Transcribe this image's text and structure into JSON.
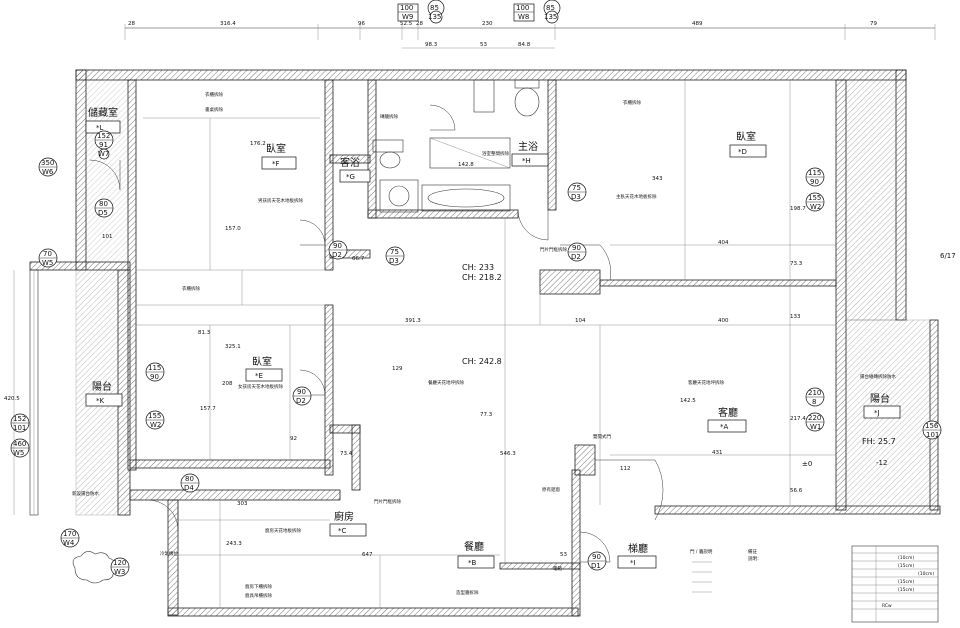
{
  "top_dimensions": [
    {
      "label": "28"
    },
    {
      "label": "316.4"
    },
    {
      "label": "96"
    },
    {
      "label": "52.5"
    },
    {
      "label": "28"
    },
    {
      "label": "230"
    },
    {
      "label": "489"
    },
    {
      "label": "79"
    }
  ],
  "top_sub_dimensions": [
    "98.3",
    "53",
    "84.8"
  ],
  "top_windows": [
    {
      "w": "100",
      "h": "85",
      "code": "W9",
      "sill": "135"
    },
    {
      "w": "100",
      "h": "85",
      "code": "W8",
      "sill": "135"
    }
  ],
  "left_dimensions": [
    "420.5"
  ],
  "ceiling_heights": [
    "CH: 233",
    "CH: 218.2",
    "CH: 242.8",
    "FH: 25.7"
  ],
  "rooms": [
    {
      "name": "儲藏室",
      "tag": "*L"
    },
    {
      "name": "臥室",
      "tag": "*F"
    },
    {
      "name": "客浴",
      "tag": "*G"
    },
    {
      "name": "主浴",
      "tag": "*H"
    },
    {
      "name": "臥室",
      "tag": "*D"
    },
    {
      "name": "陽台",
      "tag": "*K"
    },
    {
      "name": "臥室",
      "tag": "*E"
    },
    {
      "name": "客廳",
      "tag": "*A"
    },
    {
      "name": "陽台",
      "tag": "*J"
    },
    {
      "name": "廚房",
      "tag": "*C"
    },
    {
      "name": "餐廳",
      "tag": "*B"
    },
    {
      "name": "梯廳",
      "tag": "*I"
    }
  ],
  "window_tags": [
    {
      "w": "152",
      "h": "91",
      "code": "W7"
    },
    {
      "w": "350",
      "h": "W6",
      "code": ""
    },
    {
      "w": "70",
      "h": "W5",
      "code": ""
    },
    {
      "w": "115",
      "h": "90",
      "code": ""
    },
    {
      "w": "155",
      "h": "W2",
      "code": ""
    },
    {
      "w": "152",
      "h": "101",
      "code": ""
    },
    {
      "w": "460",
      "h": "W5",
      "code": ""
    },
    {
      "w": "170",
      "h": "W4",
      "code": ""
    },
    {
      "w": "120",
      "h": "W3",
      "code": ""
    },
    {
      "w": "115",
      "h": "90",
      "code": ""
    },
    {
      "w": "155",
      "h": "W2",
      "code": ""
    },
    {
      "w": "210",
      "h": "8",
      "code": ""
    },
    {
      "w": "220",
      "h": "W1",
      "code": ""
    },
    {
      "w": "156",
      "h": "101",
      "code": ""
    }
  ],
  "door_tags": [
    {
      "w": "80",
      "code": "D5"
    },
    {
      "w": "90",
      "code": "D2"
    },
    {
      "w": "75",
      "code": "D3"
    },
    {
      "w": "75",
      "code": "D3"
    },
    {
      "w": "90",
      "code": "D2"
    },
    {
      "w": "90",
      "code": "D2"
    },
    {
      "w": "80",
      "code": "D4"
    },
    {
      "w": "90",
      "code": "D1"
    }
  ],
  "interior_dimensions": [
    "391.3",
    "104",
    "400",
    "404",
    "303",
    "647",
    "53",
    "431",
    "112",
    "101",
    "142.8",
    "176.2",
    "157.0",
    "81.3",
    "325.1",
    "208",
    "157.7",
    "92",
    "73.4",
    "77.3",
    "546.3",
    "142.5",
    "217.4",
    "56.6",
    "343",
    "198.7",
    "133",
    "129",
    "73.3",
    "243.3",
    "66.7"
  ],
  "elevation_markers": [
    "±0",
    "-12",
    "6/17"
  ],
  "notes": [
    "衣櫃拆除",
    "書桌拆除",
    "男孩房天花木地板拆除",
    "磚牆拆除",
    "浴室整間拆除",
    "衣櫃拆除",
    "主臥天花木地板拆除",
    "門片門框拆除",
    "衣櫃拆除",
    "女孩房天花木地板拆除",
    "餐廳天花地坪拆除",
    "客廳天花地坪拆除",
    "廚房天花地板拆除",
    "廚房下櫃拆除",
    "廚具吊櫃拆除",
    "電箱",
    "造型牆拆除",
    "雙開式門",
    "原有鋁窗",
    "陽台磁磚拆除防水",
    "新設陽台防水",
    "冷氣機位",
    "門片門框拆除"
  ],
  "legend_notes": [
    "門 / 牆說明",
    "備註",
    "說明：",
    "(10cm)",
    "(15cm)",
    "(10cm)",
    "(15cm)",
    "(15cm)",
    "RCw"
  ]
}
